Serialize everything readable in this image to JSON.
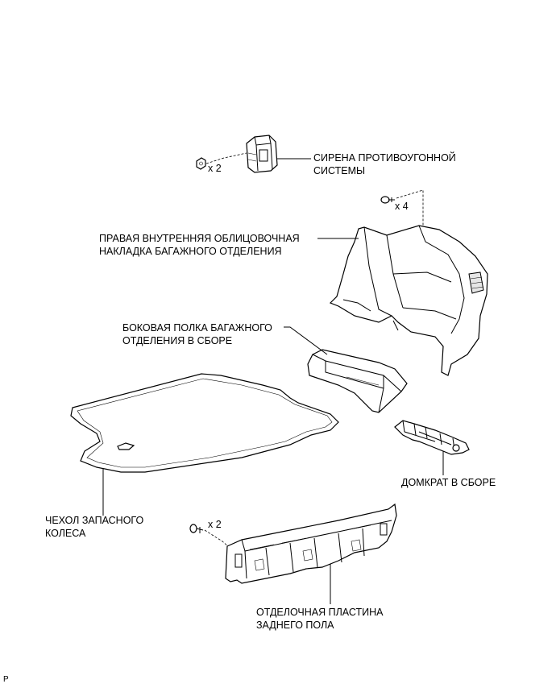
{
  "labels": {
    "siren_l1": "СИРЕНА ПРОТИВОУГОННОЙ",
    "siren_l2": "СИСТЕМЫ",
    "trim_l1": "ПРАВАЯ ВНУТРЕННЯЯ ОБЛИЦОВОЧНАЯ",
    "trim_l2": "НАКЛАДКА БАГАЖНОГО ОТДЕЛЕНИЯ",
    "shelf_l1": "БОКОВАЯ ПОЛКА БАГАЖНОГО",
    "shelf_l2": "ОТДЕЛЕНИЯ В СБОРЕ",
    "jack": "ДОМКРАТ В СБОРЕ",
    "cover_l1": "ЧЕХОЛ ЗАПАСНОГО",
    "cover_l2": "КОЛЕСА",
    "plate_l1": "ОТДЕЛОЧНАЯ ПЛАСТИНА",
    "plate_l2": "ЗАДНЕГО ПОЛА",
    "corner_mark": "P"
  },
  "quantities": {
    "siren_nut": "x 2",
    "trim_clip": "x 4",
    "plate_clip": "x 2"
  }
}
